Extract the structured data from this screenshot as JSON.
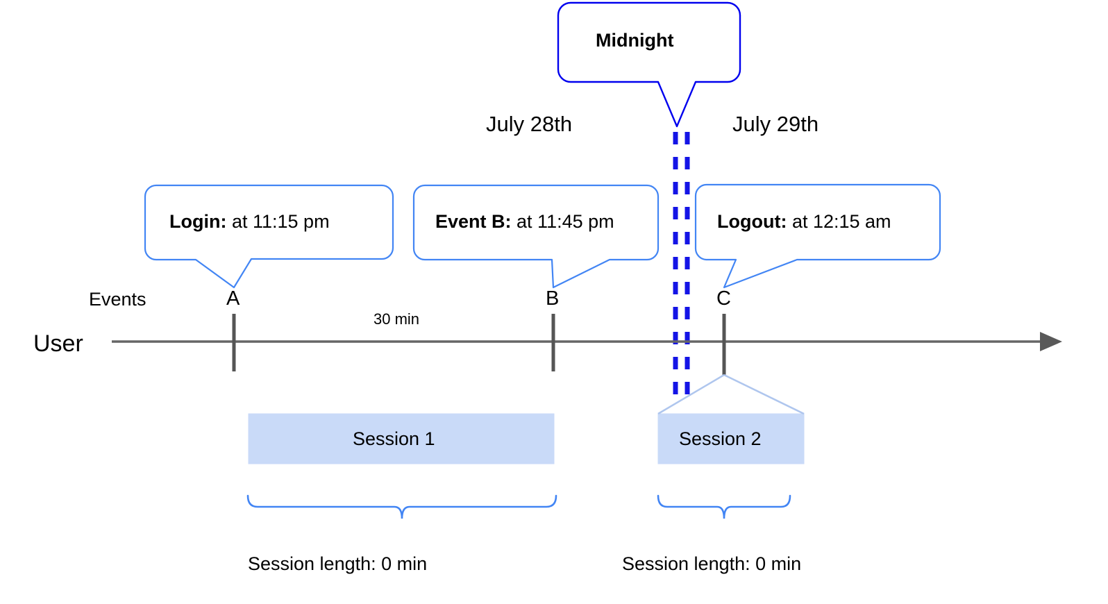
{
  "diagram": {
    "title_callout": {
      "label": "Midnight",
      "border_color": "#0000EE"
    },
    "dates": [
      {
        "label": "July 28th"
      },
      {
        "label": "July 29th"
      }
    ],
    "event_callouts": [
      {
        "bold": "Login:",
        "rest": " at 11:15 pm",
        "anchor": "A"
      },
      {
        "bold": "Event B:",
        "rest": " at 11:45 pm",
        "anchor": "B"
      },
      {
        "bold": "Logout:",
        "rest": " at 12:15 am",
        "anchor": "C"
      }
    ],
    "axis": {
      "row_label": "User",
      "events_label": "Events",
      "event_letters": [
        "A",
        "B",
        "C"
      ],
      "interval_label": "30 min",
      "line_color": "#666666"
    },
    "sessions": [
      {
        "label": "Session 1",
        "length_label": "Session length: 0 min"
      },
      {
        "label": "Session 2",
        "length_label": "Session length: 0 min"
      }
    ],
    "colors": {
      "callout_blue": "#4285F4",
      "midnight_blue": "#0000EE",
      "session_fill": "#C9DAF8",
      "session_edge": "#AFC6EE",
      "axis_gray": "#666666",
      "tick_gray": "#555555"
    }
  }
}
